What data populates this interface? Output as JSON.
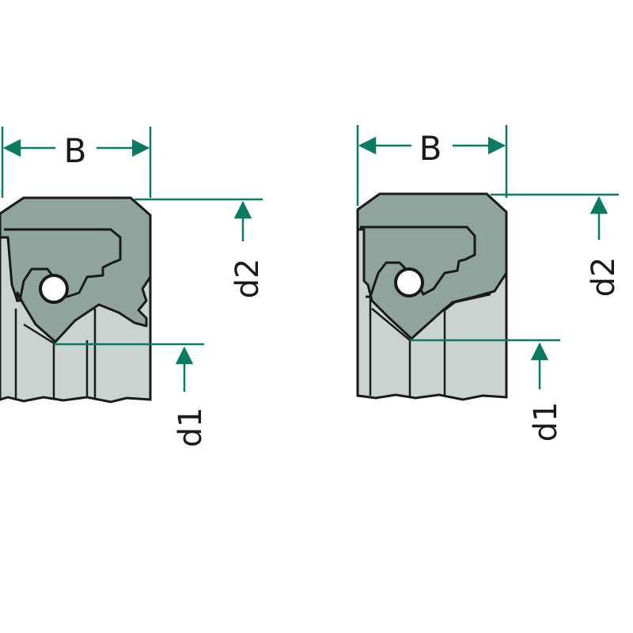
{
  "diagram": {
    "colors": {
      "dimension_line": "#0a7a63",
      "seal_dark": "#8fa49c",
      "seal_light": "#c9d3cf",
      "housing_light": "#d6dedb",
      "outline": "#1a1a1a",
      "spring": "#ffffff"
    },
    "seals": [
      {
        "name": "seal-left",
        "labels": {
          "width": "B",
          "outer_diameter": "d2",
          "inner_diameter": "d1"
        }
      },
      {
        "name": "seal-right",
        "labels": {
          "width": "B",
          "outer_diameter": "d2",
          "inner_diameter": "d1"
        }
      }
    ]
  }
}
